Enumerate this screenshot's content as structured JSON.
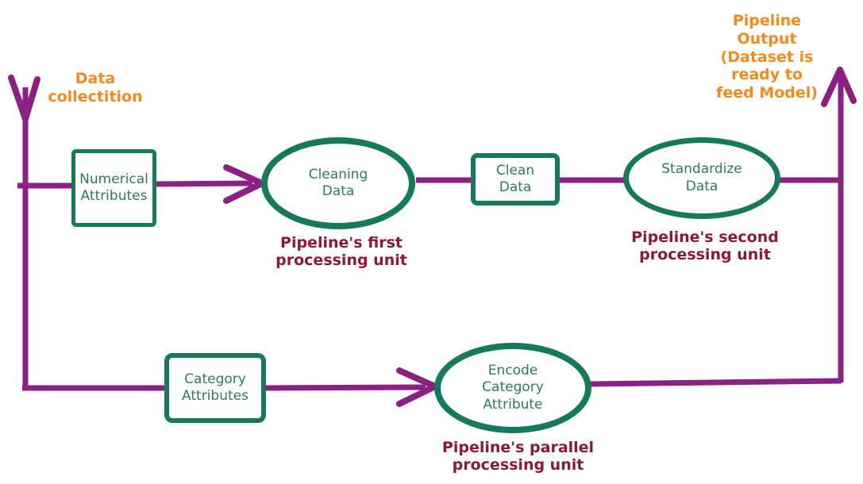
{
  "colors": {
    "flow_line": "#8a2183",
    "shape_border": "#17795b",
    "shape_text": "#2a7a62",
    "annotation_text": "#f5891e",
    "caption_text": "#8e1838",
    "background": "#ffffff"
  },
  "annotations": {
    "data_collection": "Data\ncollectition",
    "pipeline_output": "Pipeline\nOutput\n(Dataset is\nready to\nfeed Model)"
  },
  "nodes": {
    "numerical_attributes": {
      "shape": "rectangle",
      "label": "Numerical\nAttributes"
    },
    "cleaning_data": {
      "shape": "ellipse",
      "label": "Cleaning\nData"
    },
    "clean_data": {
      "shape": "rectangle",
      "label": "Clean\nData"
    },
    "standardize_data": {
      "shape": "ellipse",
      "label": "Standardize\nData"
    },
    "category_attributes": {
      "shape": "rectangle",
      "label": "Category\nAttributes"
    },
    "encode_category_attribute": {
      "shape": "ellipse",
      "label": "Encode\nCategory\nAttribute"
    }
  },
  "captions": {
    "first": "Pipeline's first\nprocessing unit",
    "second": "Pipeline's second\nprocessing unit",
    "parallel": "Pipeline's parallel\nprocessing unit"
  }
}
